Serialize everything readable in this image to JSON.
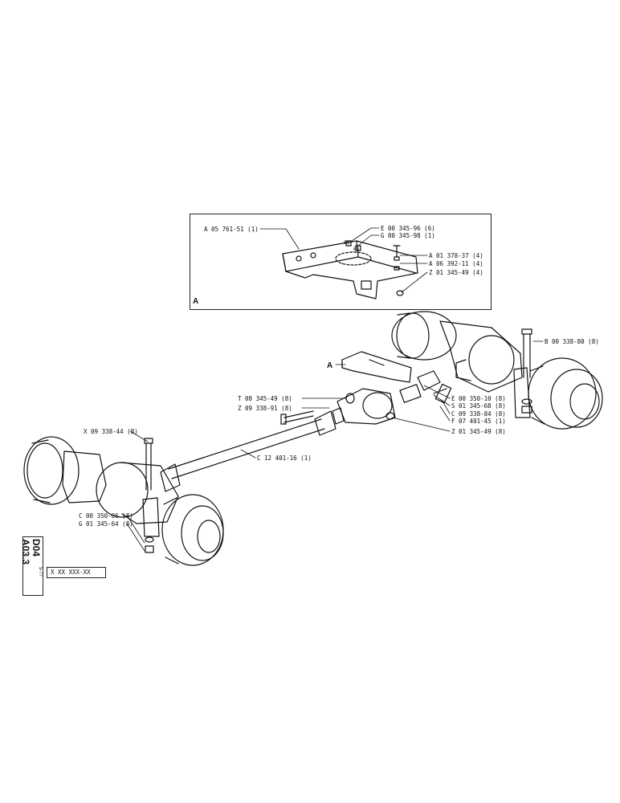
{
  "inset": {
    "letter": "A",
    "labels": [
      "A 05 761-51 (1)",
      "E 00 345-96 (6)",
      "G 00 345-98 (1)",
      "A 01 378-37 (4)",
      "A 06 392-11 (4)",
      "Z 01 345-49 (4)",
      "65",
      "63"
    ]
  },
  "callout_letter": "A",
  "labels": [
    "B 00 338-80 (8)",
    "T 08 345-49 (8)",
    "Z 09 338-91 (8)",
    "E 00 350-10 (8)",
    "S 01 345-68 (8)",
    "C 09 338-84 (8)",
    "F 07 401-45 (1)",
    "Z 01 345-49 (8)",
    "X 09 338-44 (8)",
    "C 12 401-16 (1)",
    "C 00 350-06 (8)",
    "G 01 345-64 (8)"
  ],
  "sheet": {
    "code_line1": "D04",
    "code_line2": "A03.3",
    "date": "5-77",
    "part_no": "X XX XXX-XX"
  }
}
